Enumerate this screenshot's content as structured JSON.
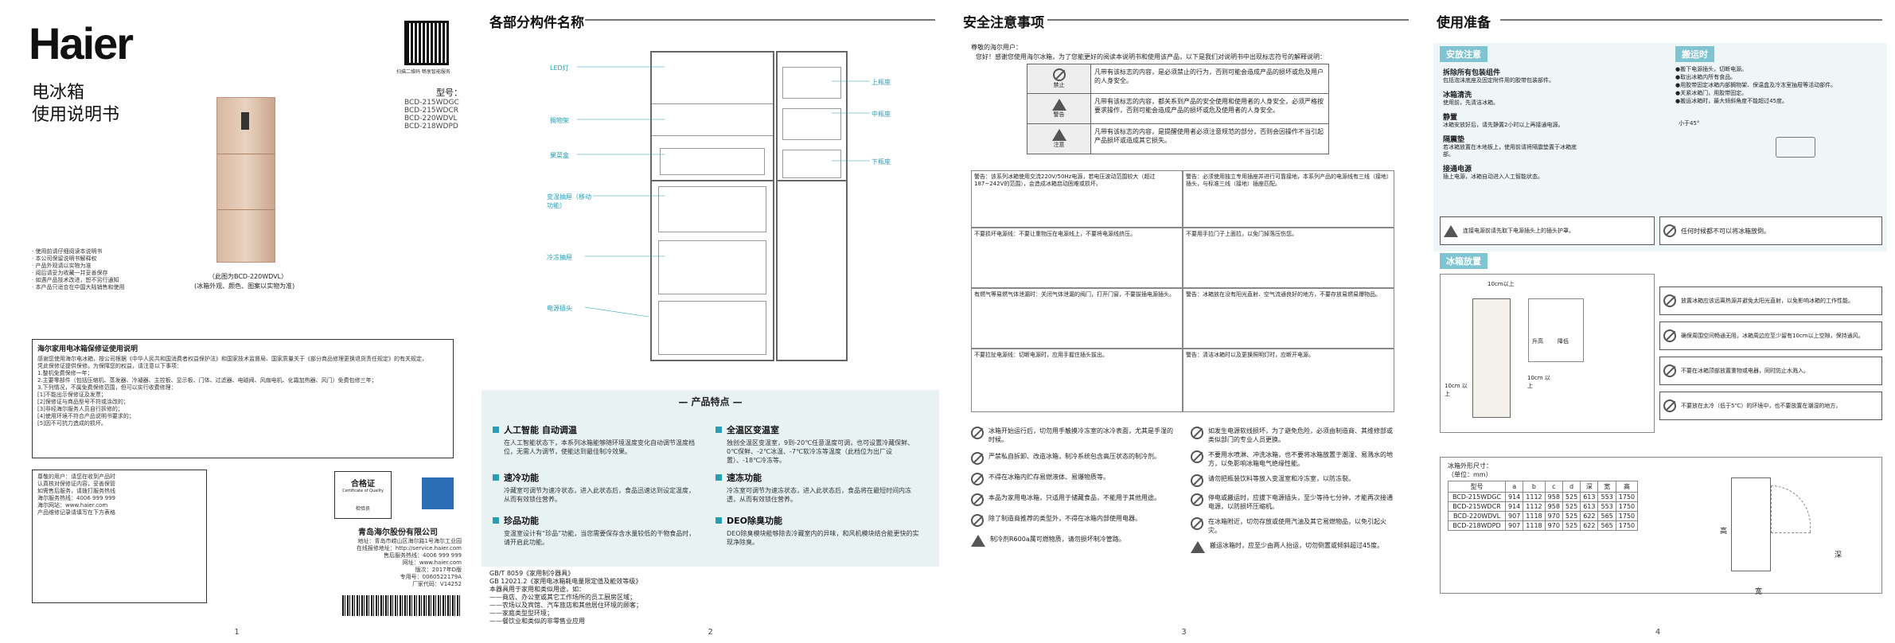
{
  "page1": {
    "logo": "Haier",
    "title_line1": "电冰箱",
    "title_line2": "使用说明书",
    "qr_caption": "扫描二维码 畅享智能服务",
    "model_label": "型号：",
    "models": [
      "BCD-215WDGC",
      "BCD-215WDCR",
      "BCD-220WDVL",
      "BCD-218WDPD"
    ],
    "image_caption_1": "（此图为BCD-220WDVL）",
    "image_caption_2": "(冰箱外观、颜色、图案以实物为准)",
    "notes": [
      "· 使用前请仔细阅读本说明书",
      "· 本公司保留说明书解释权",
      "· 产品外观请以实物为准",
      "· 阅后请妥为收藏一并妥善保存",
      "· 如遇产品技术改进，恕不另行通知",
      "· 本产品只适合在中国大陆销售和使用"
    ],
    "warranty_title": "海尔家用电冰箱保修证使用说明",
    "warranty_lines": [
      "感谢您使用海尔电冰箱，按公司根据《中华人民共和国消费者权益保护法》和国家技术监督局、国家质量关于《部分商品修理更换退货责任规定》的有关规定，",
      "凭此保修证提供保修。为保障您的权益，请注意以下事项：",
      "1.整机免费保修一年；",
      "2.主要零部件（包括压缩机、蒸发器、冷凝器、主控板、显示板、门体、过滤器、电磁阀、风扇电机、化霜加热器、风门）免费包修三年；",
      "3.下列情况，不属免费保修范围，但可以实行收费修理：",
      "[1]不能出示保修证及发票；",
      "[2]保修证与商品型号不符或涂改的；",
      "[3]非经海尔服务人员自行拆修的；",
      "[4]使用环境不符合产品说明书要求的；",
      "[5]因不可抗力造成的损坏。"
    ],
    "card2_lines": [
      "尊敬的用户：请您在收到产品时",
      "认真核对保修证内容，妥善保管",
      "如需售后服务，请拨打服务热线",
      "海尔服务热线：4006 999 999",
      "海尔网站：www.haier.com",
      "产品维修记录请填写在下方表格"
    ],
    "cert_title": "合格证",
    "cert_sub": "Certificate of Quality",
    "cert_inspector": "检验员",
    "company": "青岛海尔股份有限公司",
    "company_lines": [
      "地址：青岛市崂山区海尔路1号海尔工业园",
      "在线报修地址：http://service.haier.com",
      "售后服务热线：4006 999 999",
      "网址：www.haier.com",
      "版次：2017年D版",
      "专用号：0060522179A",
      "厂家代码：V14252"
    ],
    "page_number": "1"
  },
  "page2": {
    "heading": "各部分构件名称",
    "labels_left": [
      "LED灯",
      "搁物架",
      "果菜盒",
      "变温抽屉（移动功能）",
      "冷冻抽屉",
      "电源插头"
    ],
    "labels_right": [
      "上瓶座",
      "中瓶座",
      "下瓶座"
    ],
    "features_heading": "— 产品特点 —",
    "features": [
      {
        "title": "人工智能  自动调温",
        "body": "在人工智能状态下，本系列冰箱能够随环境温度变化自动调节温度档位，无需人为调节，使能达到最佳制冷效果。"
      },
      {
        "title": "全温区变温室",
        "body": "独创全温区变温室，9到-20℃任意温度可调，也可设置冷藏保鲜、0℃保鲜、-2℃冰温、-7℃软冷冻等温度（此档位为出厂设置）、-18℃冷冻等。"
      },
      {
        "title": "速冷功能",
        "body": "冷藏室可调节为速冷状态，进入此状态后，食品迅速达到设定温度，从而有效锁住营养。"
      },
      {
        "title": "速冻功能",
        "body": "冷冻室可调节为速冻状态，进入此状态后，食品将在最短时间内冻透，从而有效锁住营养。"
      },
      {
        "title": "珍品功能",
        "body": "变温室设计有“珍品”功能，当您需要保存含水量较低的干物食品时，请开启此功能。"
      },
      {
        "title": "DEO除臭功能",
        "body": "DEO除臭模块能够除去冷藏室内的异味，和风机模块结合能更快的实现净除臭。"
      }
    ],
    "standards": [
      "GB/T 8059《家用制冷器具》",
      "GB 12021.2《家用电冰箱耗电量限定值及能效等级》"
    ],
    "usage_title": "本器具用于家用和类似用途，如：",
    "usage_lines": [
      "——商店、办公室或其它工作场所的员工厨房区域；",
      "——农场以及宾馆、汽车旅店和其他居住环境的顾客；",
      "——家庭类型型环境；",
      "——餐饮业和类似的非零售业应用"
    ],
    "page_number": "2"
  },
  "page3": {
    "heading": "安全注意事项",
    "greeting": "尊敬的海尔用户：",
    "intro": "您好！感谢您使用海尔冰箱，为了您能更好的阅读本说明书和使用该产品，以下是我们对说明书中出现标志符号的解释说明：",
    "symbols": [
      {
        "name": "禁止",
        "text": "凡带有该标志的内容，是必须禁止的行为，否则可能会造成产品的损坏或危及用户的人身安全。"
      },
      {
        "name": "警告",
        "text": "凡带有该标志的内容，都关系到产品的安全使用和使用者的人身安全，必须严格按要求操作，否则可能会造成产品的损坏或危及使用者的人身安全。"
      },
      {
        "name": "注意",
        "text": "凡带有该标志的内容，是提醒使用者必须注意规范的部分，否则会因操作不当引起产品损坏或造成其它损失。"
      }
    ],
    "warn_cells": [
      "警告：该系列冰箱使用交流220V/50Hz电源，若电压波动范围较大（超过187~242V的范围），会造成冰箱启动困难或损坏。",
      "警告：必须使用独立专用插座并进行可靠接地，本系列产品的电源线有三线（接地）插头，与标准三线（接地）插座匹配。",
      "不要损坏电源线：不要让重物压在电源线上，不要将电源线挤压。",
      "不要用手拉门子上面拉，以免门掉落压伤您。",
      "有燃气等易燃气体泄漏时：关闭气体泄漏的阀门，打开门窗，不要拔插电源插头。",
      "警告：冰箱放在没有阳光直射、空气流通良好的地方，不要存放易燃易爆物品。",
      "不要拉扯电源线：切断电源时，应用手握住插头拔出。",
      "警告：清洁冰箱时以及更换照明灯时，应断开电源。"
    ],
    "prohibit_items": [
      "冰箱开始运行后，切勿用手触摸冷冻室的冰冷表面，尤其是手湿的时候。",
      "严禁私自拆卸、改造冰箱，制冷系统包含高压状态的制冷剂。",
      "不得在冰箱内贮存易燃液体、易爆物质等。",
      "本品为家用电冰箱，只适用于储藏食品，不能用于其他用途。",
      "除了制造商推荐的类型外，不得在冰箱内部使用电器。",
      "制冷剂R600a属可燃物质，请勿损坏制冷管路。"
    ],
    "prohibit_items_right": [
      "如发生电源软线损坏，为了避免危险，必须由制造商、其维修部或类似部门的专业人员更换。",
      "不要用水喷淋、冲洗冰箱，也不要将冰箱放置于潮湿、易溅水的地方，以免影响冰箱电气绝缘性能。",
      "请勿把瓶装饮料等放入变温室和冷冻室，以防冻裂。",
      "停电或搬运时，应拔下电源插头，至少等待七分钟，才能再次接通电源，以防损坏压缩机。",
      "在冰箱附近，切勿存放或使用汽油及其它易燃物品，以免引起火灾。",
      "搬运冰箱时，应至少由两人抬运，切勿倒置或倾斜超过45度。"
    ],
    "page_number": "3"
  },
  "page4": {
    "heading": "使用准备",
    "tag_install": "安放注意",
    "tag_move": "搬运时",
    "tag_place": "冰箱放置",
    "install_items": [
      {
        "title": "拆除所有包装组件",
        "body": "包括泡沫底座及固定附件用的胶带包装部件。"
      },
      {
        "title": "冰箱清洗",
        "body": "使用前，先清洁冰箱。"
      },
      {
        "title": "静置",
        "body": "冰箱安放好后，请先静置2小时以上再接通电源。"
      },
      {
        "title": "隔震垫",
        "body": "若冰箱放置在木地板上，使用前请将隔震垫置于冰箱底部。"
      },
      {
        "title": "接通电源",
        "body": "插上电源，冰箱自动进入人工智能状态。"
      }
    ],
    "move_items": [
      "●搬下电源插头，切断电源。",
      "●取出冰箱内所有食品。",
      "●用胶带固定冰箱内部搁物架、保温盒及冷冻室抽屉等活动部件。",
      "●关紧冰箱门，用胶带固定。",
      "●搬运冰箱时，最大倾斜角度不能超过45度。"
    ],
    "angle_label": "小于45°",
    "notice_left": "连接电源前请先取下电源插头上的插头护罩。",
    "notice_right": "任何时候都不可以将冰箱放倒。",
    "gap_top": "10cm以上",
    "gap_left": "10cm 以上",
    "gap_right": "10cm 以上",
    "adjust_up": "升高",
    "adjust_down": "降低",
    "place_warnings": [
      "放置冰箱应该远离热源并避免太阳光直射，以免影响冰箱的工作性能。",
      "确保周围空间畅通无阻，冰箱周边应至少留有10cm以上空隙，保持通风。",
      "不要在冰箱顶部放置重物或电器，同时防止水溅入。",
      "不要放在太冷（低于5℃）的环境中，也不要放置在潮湿的地方。"
    ],
    "dim_title": "冰箱外形尺寸：",
    "dim_unit": "（单位：mm）",
    "dim_headers": [
      "型号",
      "a",
      "b",
      "c",
      "d",
      "深",
      "宽",
      "高"
    ],
    "dim_rows": [
      [
        "BCD-215WDGC",
        "914",
        "1112",
        "958",
        "525",
        "613",
        "553",
        "1750"
      ],
      [
        "BCD-215WDCR",
        "914",
        "1112",
        "958",
        "525",
        "613",
        "553",
        "1750"
      ],
      [
        "BCD-220WDVL",
        "907",
        "1118",
        "970",
        "525",
        "622",
        "565",
        "1750"
      ],
      [
        "BCD-218WDPD",
        "907",
        "1118",
        "970",
        "525",
        "622",
        "565",
        "1750"
      ]
    ],
    "dim_height": "高",
    "dim_width": "宽",
    "dim_depth": "深",
    "page_number": "4"
  }
}
